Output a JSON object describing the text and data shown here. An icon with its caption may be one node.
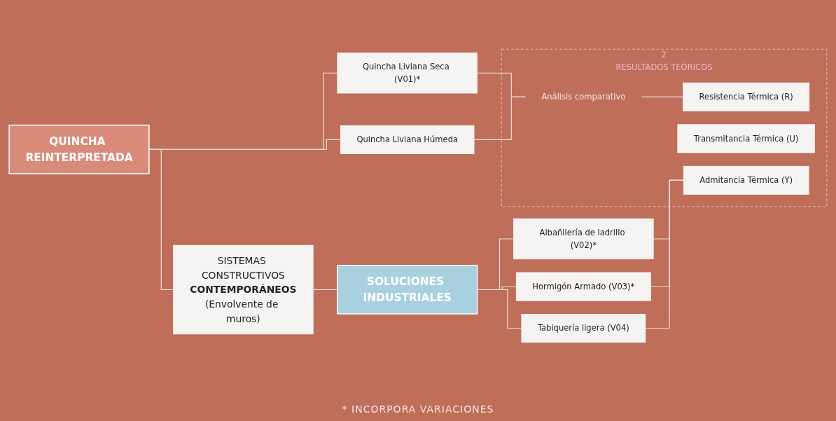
{
  "diagram": {
    "nodes": [
      {
        "text": [
          "QUINCHA REINTERPRETADA"
        ]
      },
      {
        "text": [
          "Quincha Liviana Seca (V01)*"
        ]
      },
      {
        "text": [
          "Quincha Liviana Húmeda"
        ]
      },
      {
        "text": [
          "2",
          "RESULTADOS TEÓRICOS"
        ]
      },
      {
        "text": [
          "Análisis comparativo"
        ],
        "in": 3
      },
      {
        "text": [
          "SISTEMAS CONSTRUCTIVOS",
          "CONTEMPORÁNEOS",
          "(Envolvente de muros)"
        ]
      },
      {
        "text": [
          "Resistencia Térmica (R)"
        ],
        "in": 3
      },
      {
        "text": [
          "Transmitancia Térmica (U)"
        ],
        "in": 3
      },
      {
        "text": [
          "Admitancia Térmica (Y)"
        ],
        "in": 3
      },
      {
        "text": [
          "Albañilería de ladrillo (V02)*"
        ]
      },
      {
        "text": [
          "SOLUCIONES INDUSTRIALES"
        ]
      },
      {
        "text": [
          "Hormigón Armado (V03)*"
        ]
      },
      {
        "text": [
          "Tabiquería ligera (V04)"
        ]
      }
    ],
    "edges": [
      {
        "from": 0,
        "to": 1,
        "arrow": "none"
      },
      {
        "from": 0,
        "to": 2,
        "arrow": "none"
      },
      {
        "from": 0,
        "to": 5,
        "arrow": "none"
      },
      {
        "from": 1,
        "to": 4,
        "arrow": "none"
      },
      {
        "from": 2,
        "to": 4,
        "arrow": "none"
      },
      {
        "from": 4,
        "to": 6,
        "arrow": "none"
      },
      {
        "from": 5,
        "to": 10,
        "arrow": "none"
      },
      {
        "from": 10,
        "to": 9,
        "arrow": "none"
      },
      {
        "from": 10,
        "to": 11,
        "arrow": "none"
      },
      {
        "from": 10,
        "to": 12,
        "arrow": "none"
      },
      {
        "from": 9,
        "to": 8,
        "arrow": "none"
      },
      {
        "from": 11,
        "to": 8,
        "arrow": "none"
      },
      {
        "from": 12,
        "to": 8,
        "arrow": "none"
      }
    ],
    "labels": [
      "* INCORPORA VARIACIONES"
    ]
  }
}
